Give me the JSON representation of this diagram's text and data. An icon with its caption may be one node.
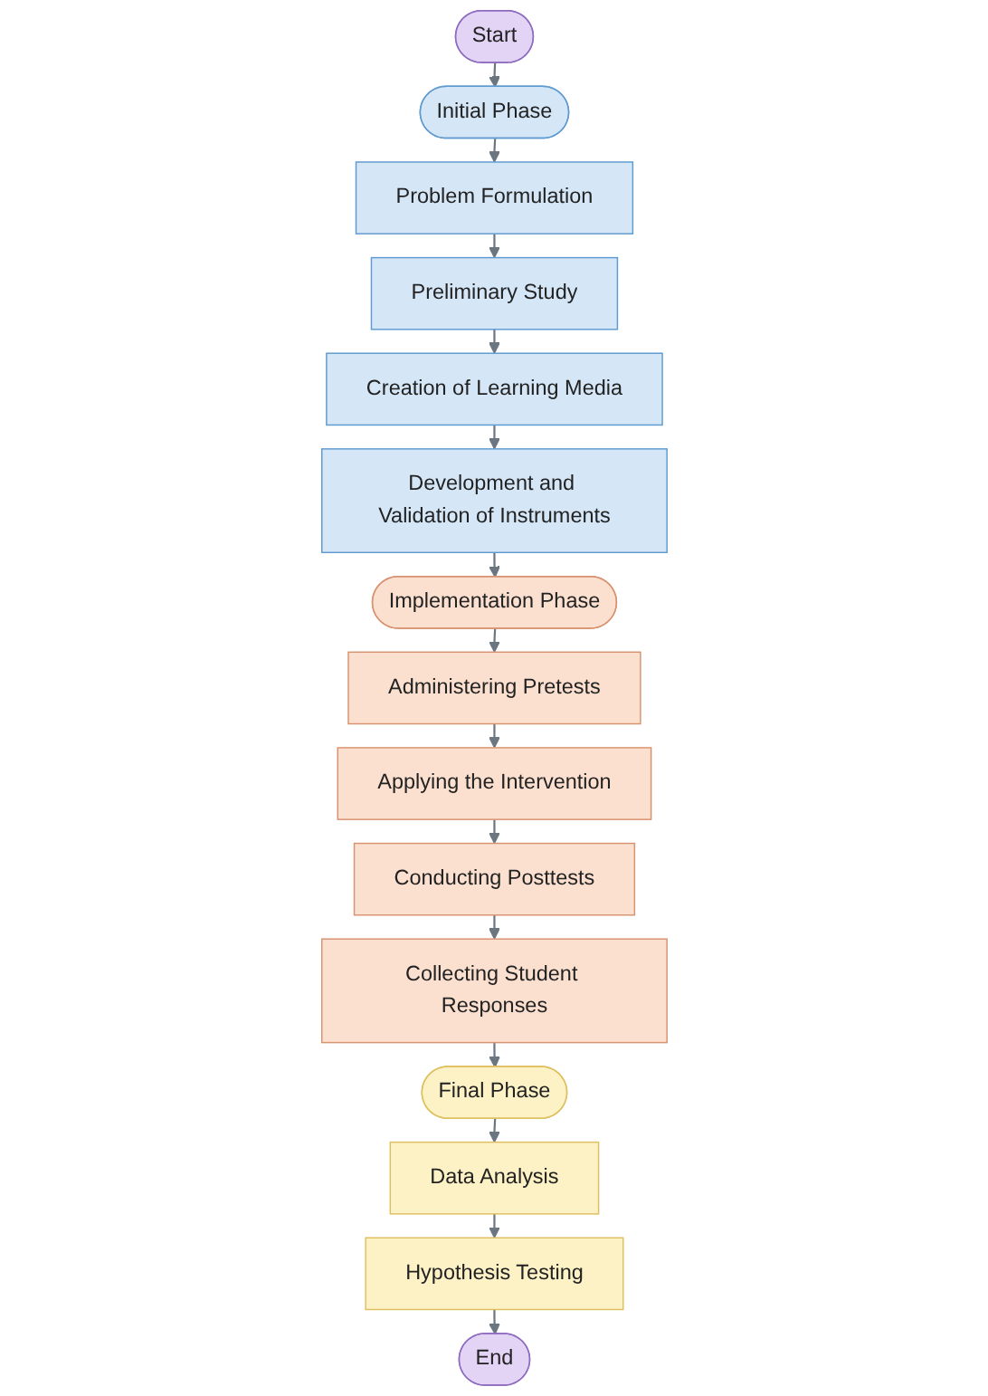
{
  "diagram": {
    "nodes": [
      {
        "text": [
          "Start"
        ]
      },
      {
        "text": [
          "Initial Phase"
        ]
      },
      {
        "text": [
          "Problem Formulation"
        ]
      },
      {
        "text": [
          "Preliminary Study"
        ]
      },
      {
        "text": [
          "Creation of Learning Media"
        ]
      },
      {
        "text": [
          "Development and Validation of Instruments"
        ]
      },
      {
        "text": [
          "Implementation Phase"
        ]
      },
      {
        "text": [
          "Administering Pretests"
        ]
      },
      {
        "text": [
          "Applying the Intervention"
        ]
      },
      {
        "text": [
          "Conducting Posttests"
        ]
      },
      {
        "text": [
          "Collecting Student Responses"
        ]
      },
      {
        "text": [
          "Final Phase"
        ]
      },
      {
        "text": [
          "Data Analysis"
        ]
      },
      {
        "text": [
          "Hypothesis Testing"
        ]
      },
      {
        "text": [
          "End"
        ]
      }
    ],
    "edges": [
      {
        "from": 0,
        "to": 1,
        "arrow": "to"
      },
      {
        "from": 1,
        "to": 2,
        "arrow": "to"
      },
      {
        "from": 2,
        "to": 3,
        "arrow": "to"
      },
      {
        "from": 3,
        "to": 4,
        "arrow": "to"
      },
      {
        "from": 4,
        "to": 5,
        "arrow": "to"
      },
      {
        "from": 5,
        "to": 6,
        "arrow": "to"
      },
      {
        "from": 6,
        "to": 7,
        "arrow": "to"
      },
      {
        "from": 7,
        "to": 8,
        "arrow": "to"
      },
      {
        "from": 8,
        "to": 9,
        "arrow": "to"
      },
      {
        "from": 9,
        "to": 10,
        "arrow": "to"
      },
      {
        "from": 10,
        "to": 11,
        "arrow": "to"
      },
      {
        "from": 11,
        "to": 12,
        "arrow": "to"
      },
      {
        "from": 12,
        "to": 13,
        "arrow": "to"
      },
      {
        "from": 13,
        "to": 14,
        "arrow": "to"
      }
    ]
  }
}
